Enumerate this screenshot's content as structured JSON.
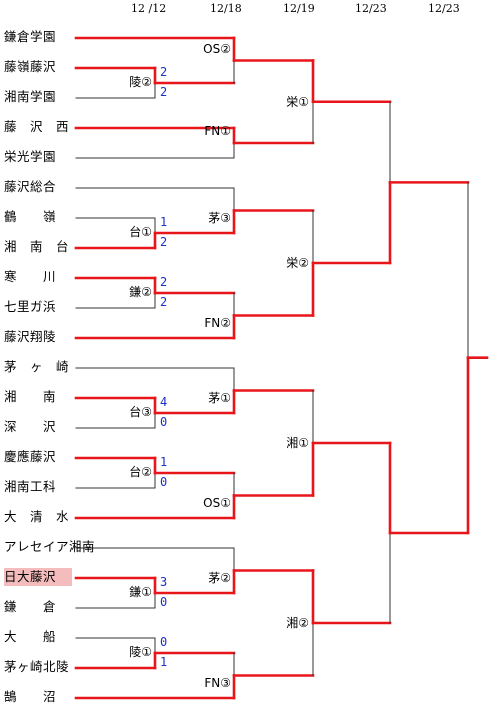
{
  "dates": [
    "12 /12",
    "12/18",
    "12/19",
    "12/23",
    "12/23"
  ],
  "teams": [
    {
      "name": "鎌倉学園",
      "hl": false
    },
    {
      "name": "藤嶺藤沢",
      "hl": false
    },
    {
      "name": "湘南学園",
      "hl": false
    },
    {
      "name": "藤　沢　西",
      "hl": false
    },
    {
      "name": "栄光学園",
      "hl": false
    },
    {
      "name": "藤沢総合",
      "hl": false
    },
    {
      "name": "鶴　　嶺",
      "hl": false
    },
    {
      "name": "湘　南　台",
      "hl": false
    },
    {
      "name": "寒　　川",
      "hl": false
    },
    {
      "name": "七里ガ浜",
      "hl": false
    },
    {
      "name": "藤沢翔陵",
      "hl": false
    },
    {
      "name": "茅　ヶ　崎",
      "hl": false
    },
    {
      "name": "湘　　南",
      "hl": false
    },
    {
      "name": "深　　沢",
      "hl": false
    },
    {
      "name": "慶應藤沢",
      "hl": false
    },
    {
      "name": "湘南工科",
      "hl": false
    },
    {
      "name": "大　清　水",
      "hl": false
    },
    {
      "name": "アレセイア湘南",
      "hl": false
    },
    {
      "name": "日大藤沢",
      "hl": true
    },
    {
      "name": "鎌　　倉",
      "hl": false
    },
    {
      "name": "大　　船",
      "hl": false
    },
    {
      "name": "茅ヶ崎北陵",
      "hl": false
    },
    {
      "name": "鵠　　沼",
      "hl": false
    }
  ],
  "round1_results": [
    "陵②",
    "台①",
    "鎌②",
    "台③",
    "台②",
    "鎌①",
    "陵①"
  ],
  "round1_scores": [
    [
      "2",
      "2"
    ],
    [
      "1",
      "2"
    ],
    [
      "2",
      "2"
    ],
    [
      "4",
      "0"
    ],
    [
      "1",
      "0"
    ],
    [
      "3",
      "0"
    ],
    [
      "0",
      "1"
    ]
  ],
  "round2_results": [
    "OS②",
    "FN①",
    "茅③",
    "FN②",
    "茅①",
    "OS①",
    "茅②",
    "FN③"
  ],
  "round3_results": [
    "栄①",
    "栄②",
    "湘①",
    "湘②"
  ]
}
